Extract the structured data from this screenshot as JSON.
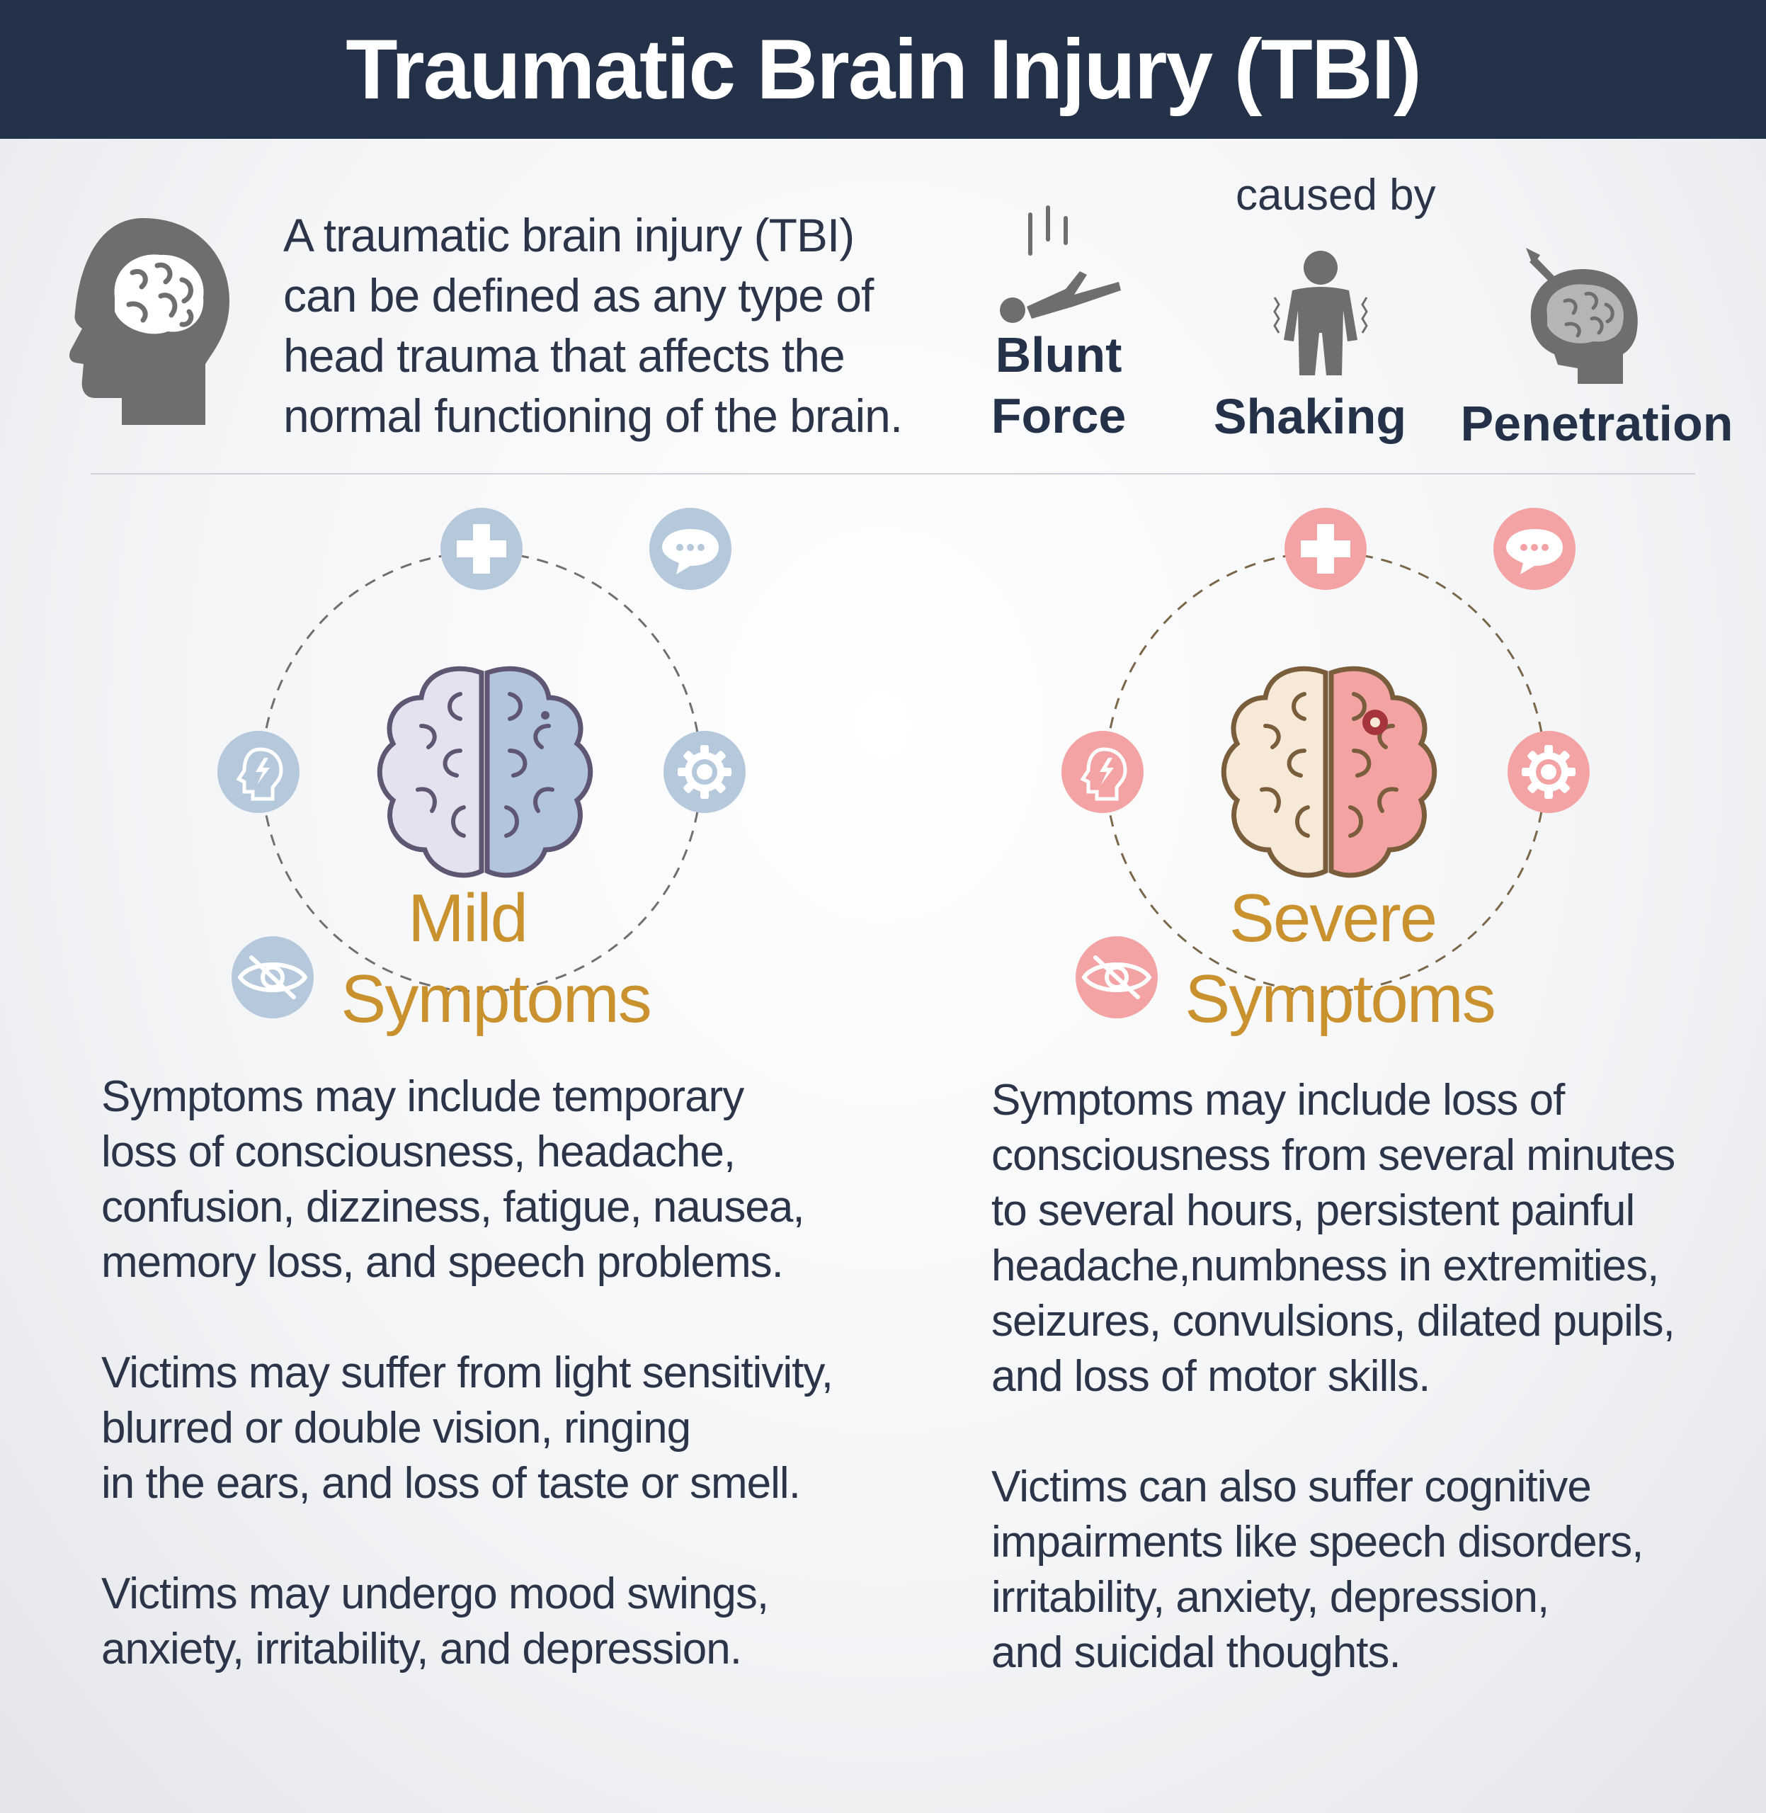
{
  "header": {
    "title": "Traumatic Brain Injury (TBI)"
  },
  "intro": {
    "definition": "A traumatic brain injury (TBI)\ncan be defined as any type of\nhead trauma that affects the\nnormal functioning of the brain.",
    "caused_by_label": "caused by",
    "causes": [
      {
        "label": "Blunt\nForce",
        "icon": "falling-person-icon"
      },
      {
        "label": "Shaking",
        "icon": "shaking-person-icon"
      },
      {
        "label": "Penetration",
        "icon": "penetrated-skull-icon"
      }
    ]
  },
  "mild": {
    "title_line1": "Mild",
    "title_line2": "Symptoms",
    "accent_color": "#b6c8dc",
    "paragraphs": [
      "Symptoms may include temporary\nloss of consciousness, headache,\nconfusion, dizziness, fatigue, nausea,\nmemory loss, and speech problems.",
      "Victims may suffer from light sensitivity,\nblurred or double vision, ringing\nin the ears, and loss of taste or smell.",
      "Victims may undergo mood swings,\nanxiety, irritability, and depression."
    ]
  },
  "severe": {
    "title_line1": "Severe",
    "title_line2": "Symptoms",
    "accent_color": "#f4a3a4",
    "paragraphs": [
      "Symptoms may include loss of\nconsciousness from several minutes\nto several hours, persistent painful\nheadache,numbness in extremities,\nseizures, convulsions, dilated pupils,\nand loss of motor skills.",
      "Victims can also suffer cognitive\nimpairments like speech disorders,\nirritability, anxiety, depression,\nand suicidal thoughts."
    ]
  },
  "colors": {
    "header_bg": "#233149",
    "title_accent": "#c9922f",
    "mild_accent": "#b6c8dc",
    "severe_accent": "#f4a3a4"
  }
}
